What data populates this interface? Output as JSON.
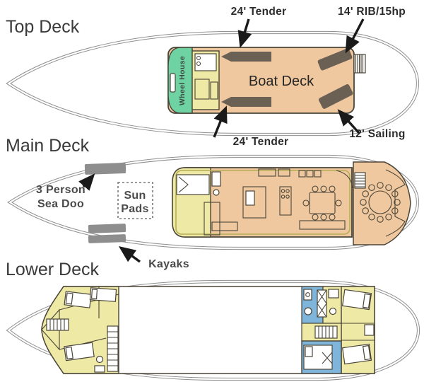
{
  "colors": {
    "deck_tan": "#f0c89f",
    "cabin_yellow": "#eee9a4",
    "wheelhouse_green": "#6fd2a3",
    "bath_blue": "#7fb5da",
    "boat_gray": "#6b6054",
    "equip_gray": "#8e8e8e",
    "hull_line": "#8f8f8f",
    "wall_dark": "#4a4538",
    "counter_tan": "#e2b285",
    "olive_wall": "#b5ae55",
    "arrow_black": "#1a1a1a"
  },
  "decks": {
    "top": {
      "title": "Top Deck",
      "area_label": "Boat Deck",
      "wheelhouse_label": "Wheel House"
    },
    "main": {
      "title": "Main Deck"
    },
    "lower": {
      "title": "Lower Deck"
    }
  },
  "annotations": {
    "tender_top": "24' Tender",
    "rib": "14' RIB/15hp",
    "tender_bottom": "24' Tender",
    "sailing": "12' Sailing",
    "sea_doo": {
      "line1": "3 Person",
      "line2": "Sea Doo"
    },
    "sun_pads": {
      "line1": "Sun",
      "line2": "Pads"
    },
    "kayaks": "Kayaks"
  }
}
